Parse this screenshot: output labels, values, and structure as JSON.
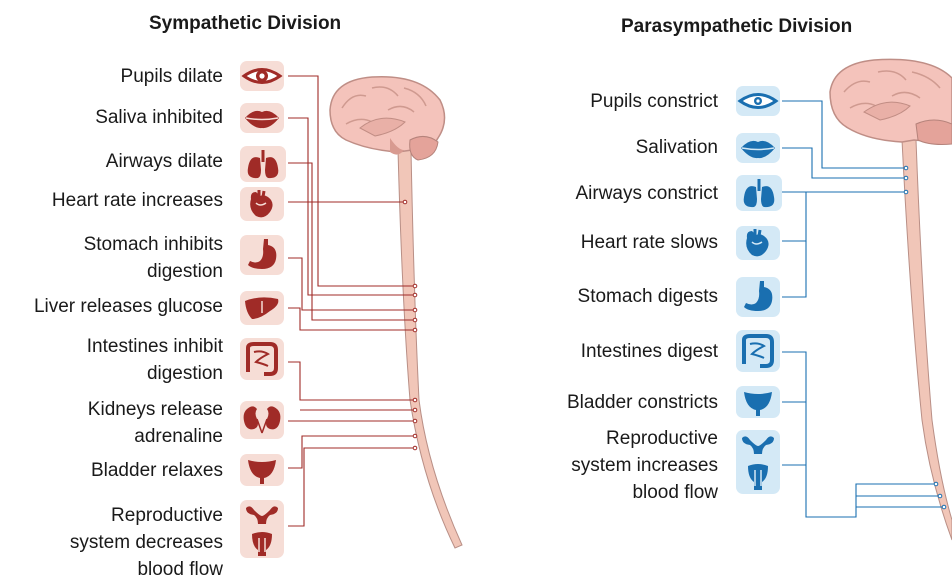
{
  "sympathetic": {
    "title": "Sympathetic Division",
    "items": [
      {
        "lines": [
          "Pupils dilate"
        ],
        "icon": "eye-icon"
      },
      {
        "lines": [
          "Saliva inhibited"
        ],
        "icon": "lips-icon"
      },
      {
        "lines": [
          "Airways dilate"
        ],
        "icon": "lungs-icon"
      },
      {
        "lines": [
          "Heart rate increases"
        ],
        "icon": "heart-icon"
      },
      {
        "lines": [
          "Stomach inhibits",
          "digestion"
        ],
        "icon": "stomach-icon"
      },
      {
        "lines": [
          "Liver releases glucose"
        ],
        "icon": "liver-icon"
      },
      {
        "lines": [
          "Intestines inhibit",
          "digestion"
        ],
        "icon": "intestines-icon"
      },
      {
        "lines": [
          "Kidneys release",
          "adrenaline"
        ],
        "icon": "kidneys-icon"
      },
      {
        "lines": [
          "Bladder relaxes"
        ],
        "icon": "bladder-icon"
      },
      {
        "lines": [
          "Reproductive",
          "system decreases",
          "blood flow"
        ],
        "icon": "reproductive-system-icon"
      }
    ]
  },
  "parasympathetic": {
    "title": "Parasympathetic Division",
    "items": [
      {
        "lines": [
          "Pupils constrict"
        ],
        "icon": "eye-icon"
      },
      {
        "lines": [
          "Salivation"
        ],
        "icon": "lips-icon"
      },
      {
        "lines": [
          "Airways constrict"
        ],
        "icon": "lungs-icon"
      },
      {
        "lines": [
          "Heart rate slows"
        ],
        "icon": "heart-icon"
      },
      {
        "lines": [
          "Stomach digests"
        ],
        "icon": "stomach-icon"
      },
      {
        "lines": [
          "Intestines digest"
        ],
        "icon": "intestines-icon"
      },
      {
        "lines": [
          "Bladder constricts"
        ],
        "icon": "bladder-icon"
      },
      {
        "lines": [
          "Reproductive",
          "system increases",
          "blood flow"
        ],
        "icon": "reproductive-system-icon"
      }
    ]
  },
  "colors": {
    "sympathetic_accent": "#a02b27",
    "sympathetic_icon_bg": "#f6ddd6",
    "parasympathetic_accent": "#1a6fb0",
    "parasympathetic_icon_bg": "#d4e9f6",
    "spinal_cord": "#f1c6b8",
    "brain": "#f4c3bb"
  }
}
